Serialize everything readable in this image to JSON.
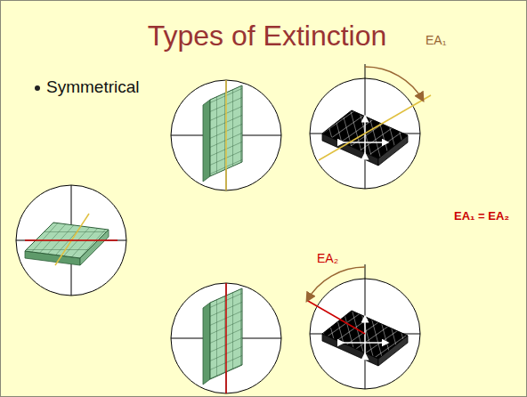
{
  "diagram": {
    "title": "Types of Extinction",
    "labels": [
      "Symmetrical",
      "EA₁",
      "EA₁ = EA₂",
      "EA₂"
    ]
  }
}
